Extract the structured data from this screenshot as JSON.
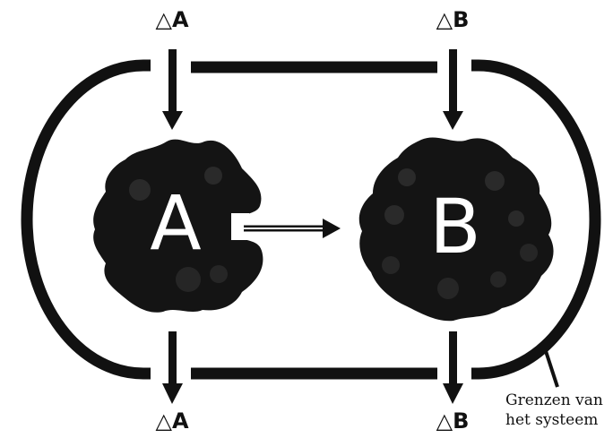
{
  "labels": {
    "delta_a_top": "△A",
    "delta_b_top": "△B",
    "delta_a_bottom": "△A",
    "delta_b_bottom": "△B",
    "blob_a": "A",
    "blob_b": "B",
    "boundary_line1": "Grenzen van",
    "boundary_line2": "het systeem"
  },
  "colors": {
    "ink": "#111111",
    "blob": "#141414",
    "blob_spot": "#2a2a2a",
    "letter": "#ffffff",
    "background": "#ffffff"
  }
}
